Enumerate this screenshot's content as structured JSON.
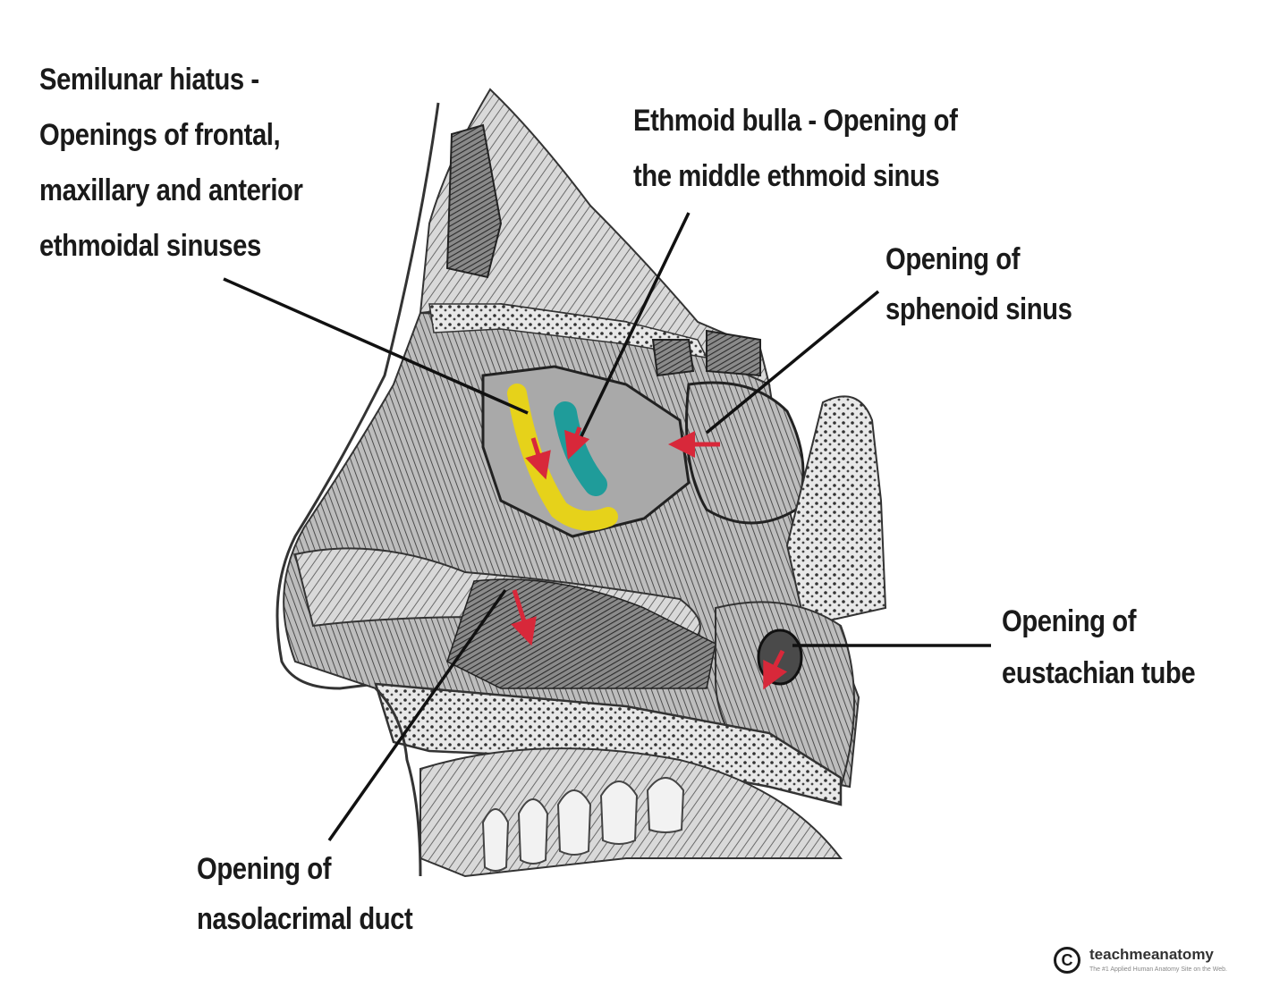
{
  "labels": {
    "semilunar": [
      "Semilunar hiatus -",
      "Openings of frontal,",
      "maxillary and anterior",
      "ethmoidal sinuses"
    ],
    "ethmoid": [
      "Ethmoid bulla - Opening of",
      "the middle ethmoid sinus"
    ],
    "sphenoid": [
      "Opening of",
      "sphenoid sinus"
    ],
    "eustachian": [
      "Opening of",
      "eustachian tube"
    ],
    "nasolacrimal": [
      "Opening of",
      "nasolacrimal duct"
    ]
  },
  "logo": {
    "symbol": "C",
    "name": "teachmeanatomy",
    "tagline": "The #1 Applied Human Anatomy Site on the Web."
  },
  "colors": {
    "hiatus_highlight": "#e6d21a",
    "bulla_highlight": "#1f9c9a",
    "arrow": "#d8283a",
    "leader_line": "#111111",
    "bone": "#3a3a3a"
  },
  "icons": [
    "copyright-icon"
  ]
}
